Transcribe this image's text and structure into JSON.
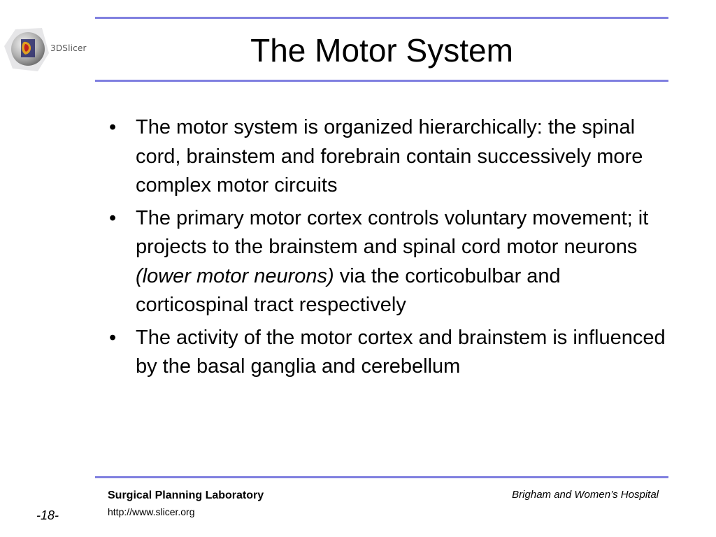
{
  "logo": {
    "text": "3DSlicer"
  },
  "slide": {
    "title": "The Motor System",
    "bullets": [
      {
        "text": "The motor system is organized hierarchically: the spinal cord, brainstem and forebrain contain successively more complex motor circuits"
      },
      {
        "pre": "The primary motor cortex controls voluntary movement; it projects to the brainstem and spinal cord motor neurons ",
        "italic": "(lower motor neurons)",
        "post": " via the corticobulbar and corticospinal tract respectively"
      },
      {
        "text": "The activity of the motor cortex and brainstem is influenced by the basal ganglia and cerebellum"
      }
    ]
  },
  "footer": {
    "lab": "Surgical Planning Laboratory",
    "url": "http://www.slicer.org",
    "hospital": "Brigham and Women’s Hospital",
    "page": "-18-"
  },
  "colors": {
    "rule": "#8080e0"
  }
}
